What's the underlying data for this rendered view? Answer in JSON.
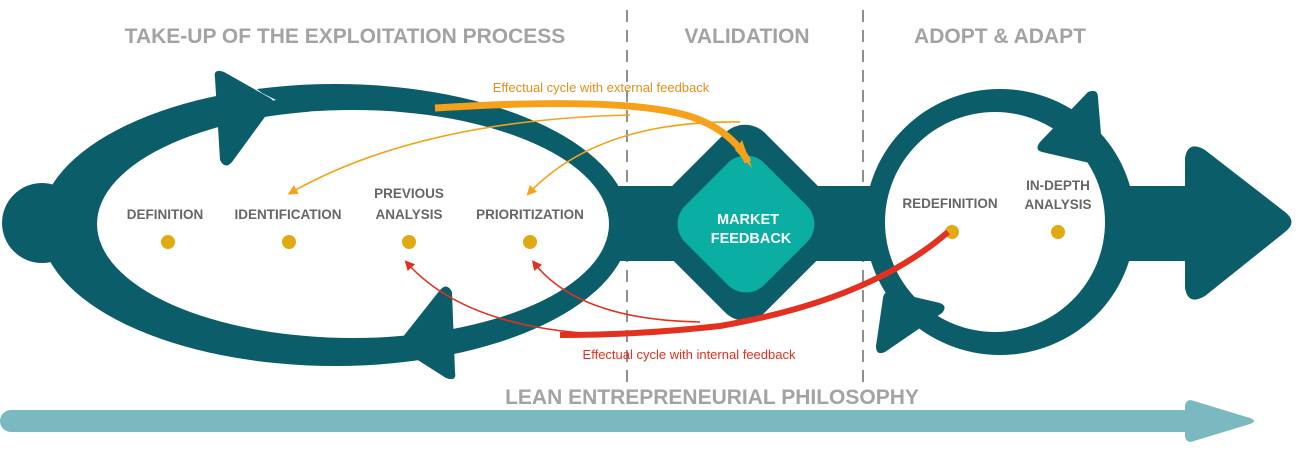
{
  "phases": {
    "takeup": "TAKE-UP OF THE EXPLOITATION PROCESS",
    "validation": "VALIDATION",
    "adopt": "ADOPT & ADAPT"
  },
  "stages": {
    "definition": "DEFINITION",
    "identification": "IDENTIFICATION",
    "previous_1": "PREVIOUS",
    "previous_2": "ANALYSIS",
    "prioritization": "PRIORITIZATION",
    "market_1": "MARKET",
    "market_2": "FEEDBACK",
    "redefinition": "REDEFINITION",
    "indepth_1": "IN-DEPTH",
    "indepth_2": "ANALYSIS"
  },
  "captions": {
    "external": "Effectual cycle with external feedback",
    "internal": "Effectual cycle with internal feedback"
  },
  "philosophy": "LEAN ENTREPRENEURIAL PHILOSOPHY",
  "colors": {
    "dark_teal": "#0b5d69",
    "market_teal": "#0aaea3",
    "external": "#f5a11a",
    "internal": "#e3301f",
    "dot": "#e0aa10",
    "philosophy_arrow": "#7ab9bf"
  }
}
